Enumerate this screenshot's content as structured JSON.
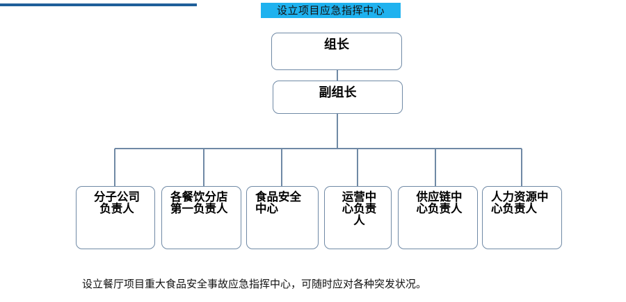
{
  "header": {
    "title": "设立项目应急指挥中心",
    "title_bg": "#1fb2ef",
    "bar_color": "#1f5f9a"
  },
  "org_chart": {
    "leader": "组长",
    "deputy": "副组长",
    "branches": [
      {
        "label": "分子公司负责人"
      },
      {
        "label": "各餐饮分店第一负责人"
      },
      {
        "label": "食品安全中心"
      },
      {
        "label": "运营中心负责人"
      },
      {
        "label": "供应链中心负责人"
      },
      {
        "label": "人力资源中心负责人"
      }
    ],
    "line_color": "#6f89a5"
  },
  "caption": "设立餐厅项目重大食品安全事故应急指挥中心，可随时应对各种突发状况。"
}
